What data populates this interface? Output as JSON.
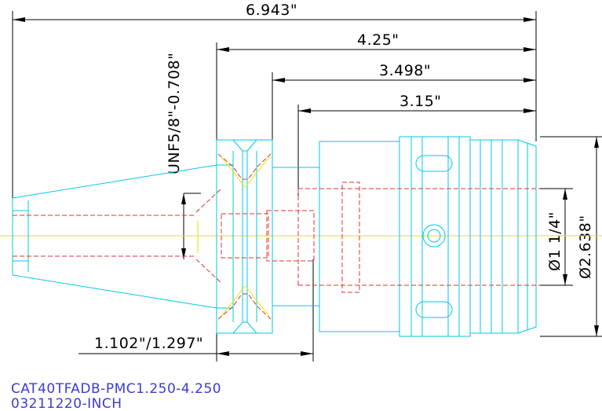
{
  "dimensions": {
    "overall_length": "6.943\"",
    "gauge_to_end": "4.25\"",
    "flange_to_end": "3.498\"",
    "bore_depth": "3.15\"",
    "thread_spec": "UNF5/8\"-0.708\"",
    "pullstud_length": "1.102\"/1.297\"",
    "bore_diameter": "Ø1 1/4\"",
    "outer_diameter": "Ø2.638\""
  },
  "title_block": {
    "part_number": "CAT40TFADB-PMC1.250-4.250",
    "drawing_number": "03211220-INCH"
  },
  "colors": {
    "outline": "#00c8e6",
    "hidden": "#e03030",
    "centerline": "#e6e600",
    "dimension": "#000000",
    "title": "#3b3bd6"
  }
}
